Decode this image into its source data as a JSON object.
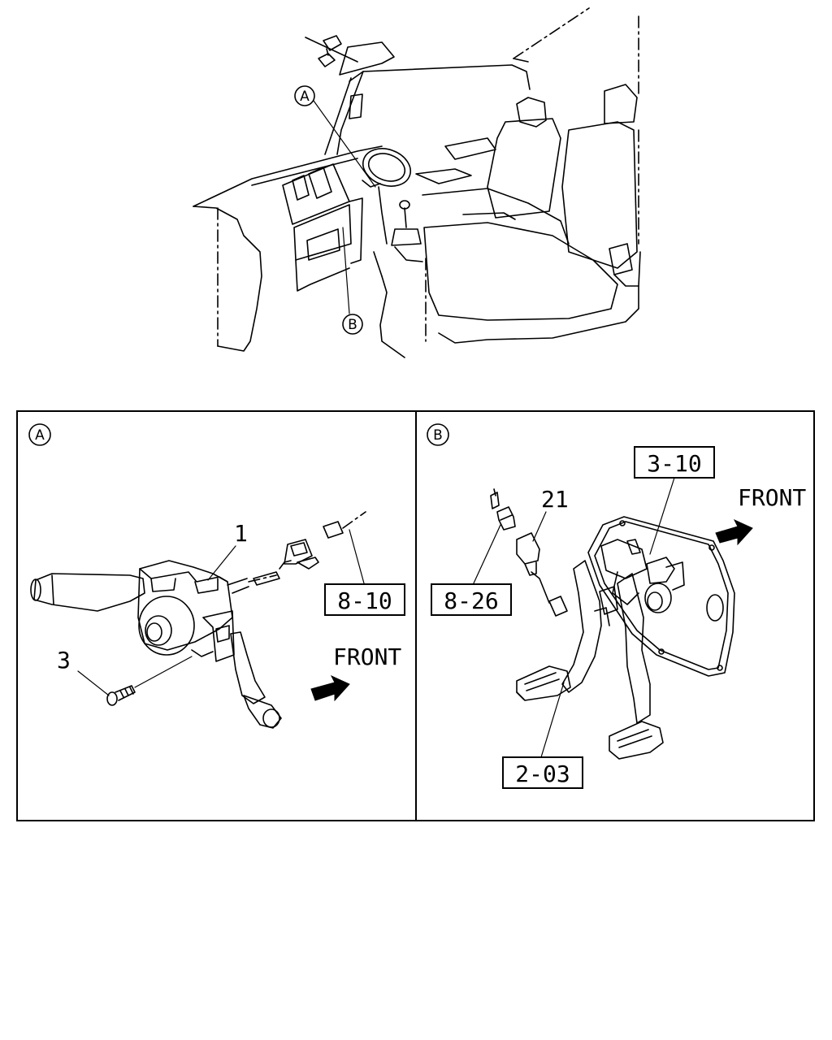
{
  "overview": {
    "callout_a": "A",
    "callout_b": "B"
  },
  "panel_a": {
    "label": "A",
    "part_1": "1",
    "part_3": "3",
    "ref_box": "8-10",
    "front": "FRONT"
  },
  "panel_b": {
    "label": "B",
    "part_21": "21",
    "ref_box_left": "8-26",
    "ref_box_top": "3-10",
    "ref_box_bottom": "2-03",
    "front": "FRONT"
  }
}
